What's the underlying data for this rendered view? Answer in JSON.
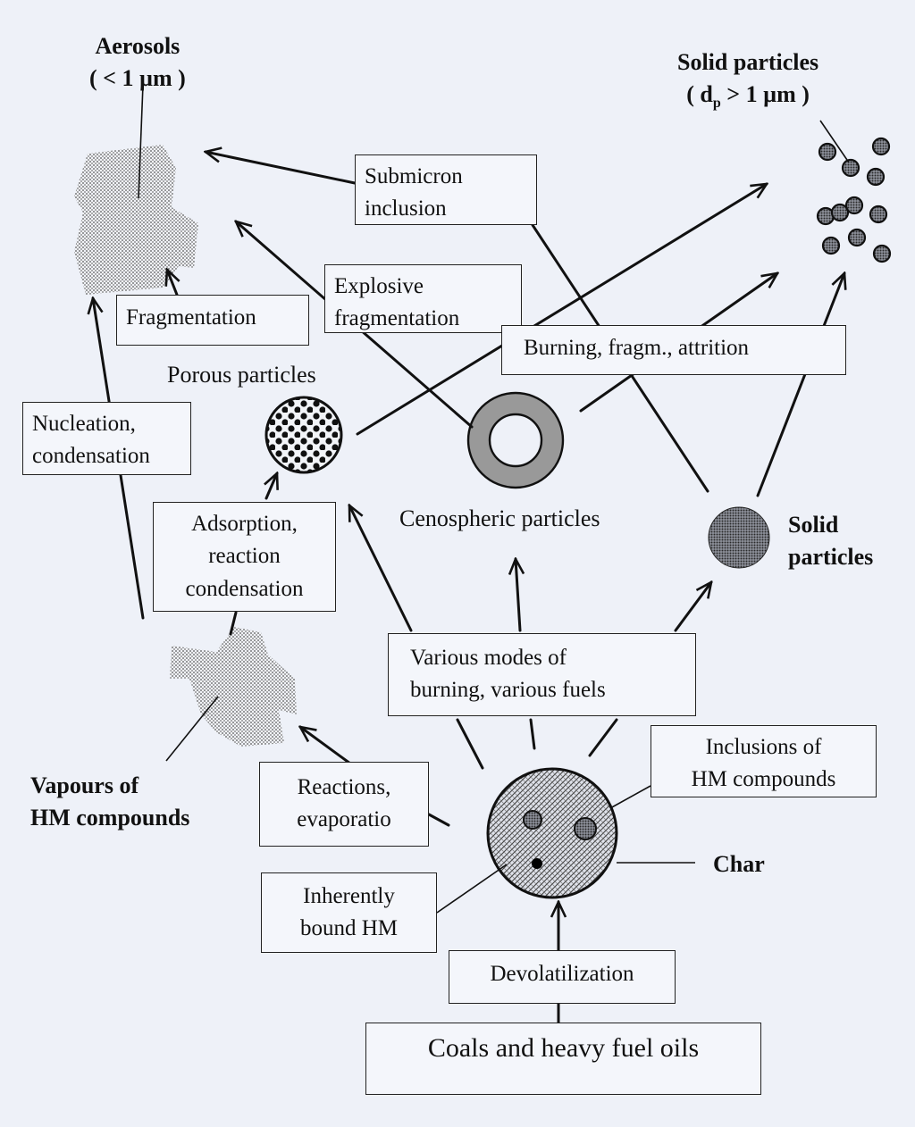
{
  "labels": {
    "aerosols": [
      "Aerosols",
      "( < 1  µm )"
    ],
    "solid_particles_top": [
      "Solid particles",
      "( d",
      "p",
      " > 1 µm )"
    ],
    "porous_particles": "Porous particles",
    "cenospheric_particles": "Cenospheric particles",
    "solid_particles_mid": [
      "Solid",
      "particles"
    ],
    "vapours": [
      "Vapours of",
      "HM compounds"
    ],
    "char": "Char"
  },
  "boxes": {
    "submicron": [
      "Submicron",
      "inclusion"
    ],
    "explosive": [
      "Explosive",
      "fragmentation"
    ],
    "fragmentation": "Fragmentation",
    "burning": "Burning, fragm., attrition",
    "nucleation": [
      "Nucleation,",
      "condensation"
    ],
    "adsorption": [
      "Adsorption,",
      "reaction",
      "condensation"
    ],
    "various": [
      "Various modes of",
      "burning, various fuels"
    ],
    "inclusions": [
      "Inclusions  of",
      "HM compounds"
    ],
    "reactions": [
      "Reactions,",
      "evaporatio"
    ],
    "inherently": [
      "Inherently",
      "bound HM"
    ],
    "devolatilization": "Devolatilization",
    "coals": "Coals and heavy fuel oils"
  },
  "colors": {
    "background": "#eef1f8",
    "line": "#111111",
    "box_border": "#222222"
  }
}
